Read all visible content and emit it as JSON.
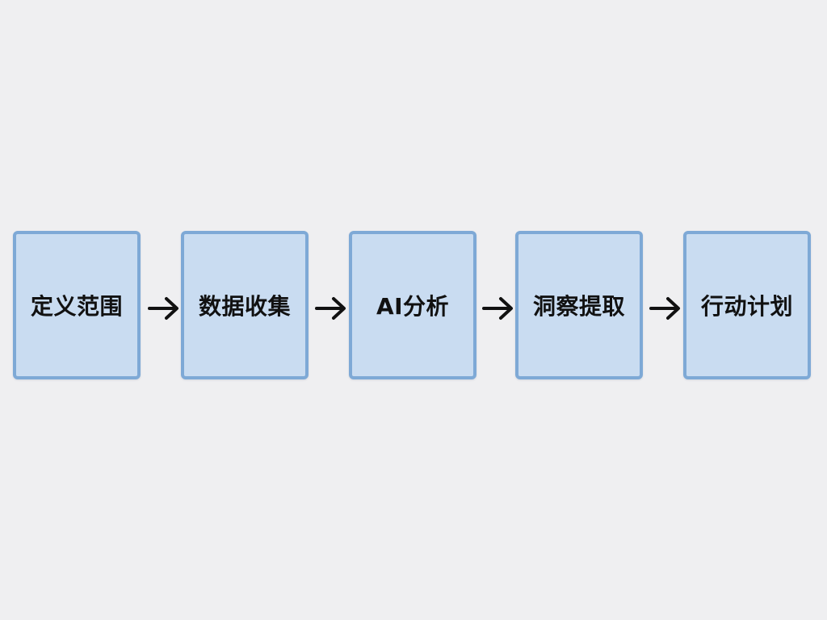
{
  "flow": {
    "steps": [
      {
        "label": "定义范围"
      },
      {
        "label": "数据收集"
      },
      {
        "label": "AI分析"
      },
      {
        "label": "洞察提取"
      },
      {
        "label": "行动计划"
      }
    ],
    "colors": {
      "box_fill": "#c9dcf1",
      "box_border": "#7ea9d6",
      "arrow": "#111111",
      "background": "#efeff1"
    },
    "connector_icon": "right-arrow-icon"
  }
}
